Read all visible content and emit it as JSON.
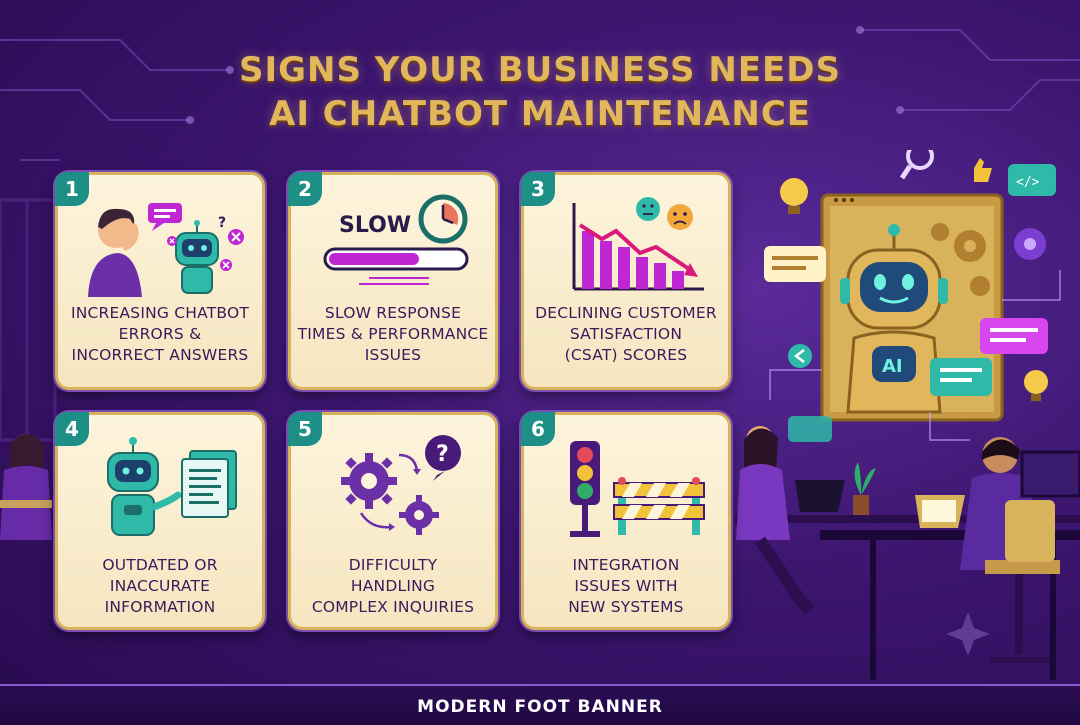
{
  "title": {
    "line1": "SIGNS YOUR BUSINESS NEEDS",
    "line2": "AI CHATBOT MAINTENANCE"
  },
  "cards": [
    {
      "number": "1",
      "line1": "INCREASING CHATBOT",
      "line2": "ERRORS &",
      "line3": "INCORRECT ANSWERS"
    },
    {
      "number": "2",
      "line1": "SLOW RESPONSE",
      "line2": "TIMES & PERFORMANCE",
      "line3": "ISSUES",
      "badge": "SLOW"
    },
    {
      "number": "3",
      "line1": "DECLINING CUSTOMER",
      "line2": "SATISFACTION",
      "line3": "(CSAT) SCORES"
    },
    {
      "number": "4",
      "line1": "OUTDATED OR",
      "line2": "INACCURATE",
      "line3": "INFORMATION"
    },
    {
      "number": "5",
      "line1": "DIFFICULTY",
      "line2": "HANDLING",
      "line3": "COMPLEX INQUIRIES"
    },
    {
      "number": "6",
      "line1": "INTEGRATION",
      "line2": "ISSUES WITH",
      "line3": "NEW SYSTEMS"
    }
  ],
  "scene": {
    "robot_badge": "AI",
    "code_icon": "</>"
  },
  "footer": {
    "text": "MODERN FOOT BANNER"
  },
  "colors": {
    "background": "#3d1670",
    "title_gold": "#e2b65a",
    "card_bg": "#fdf4dc",
    "card_border": "#d9b25c",
    "number_badge": "#1d8f86",
    "label_text": "#3a1a5c",
    "accent_magenta": "#c026d3",
    "accent_teal": "#2fb9a8"
  }
}
